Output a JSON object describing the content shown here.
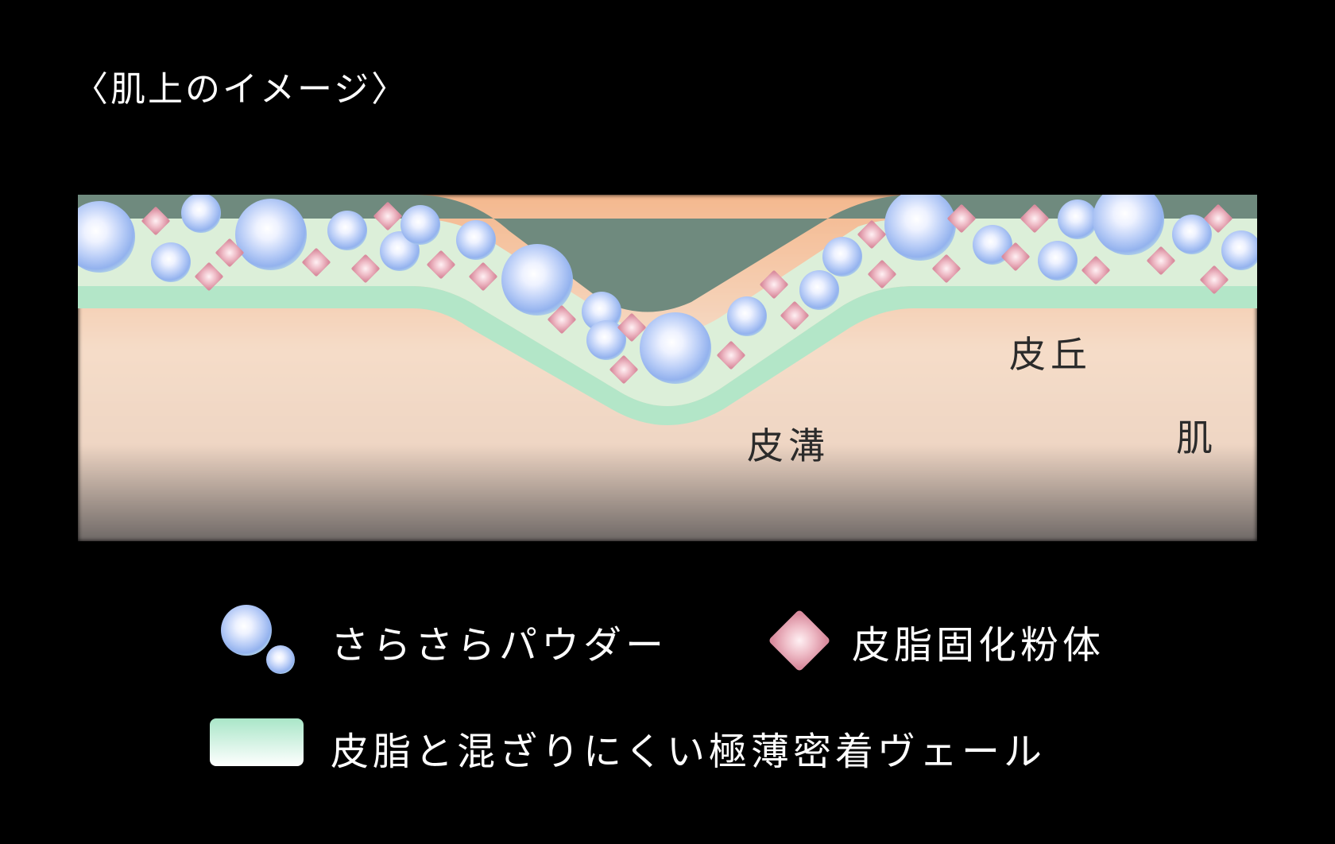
{
  "title": "〈肌上のイメージ〉",
  "labels": {
    "hill": "皮丘",
    "groove": "皮溝",
    "skin": "肌"
  },
  "legend": {
    "powder": "さらさらパウダー",
    "sebum_powder": "皮脂固化粉体",
    "veil": "皮脂と混ざりにくい極薄密着ヴェール"
  },
  "colors": {
    "background": "#000000",
    "skin_top": "#f4b88e",
    "skin_mid": "#f5dcc8",
    "skin_bottom": "#7a7270",
    "veil_light": "#d9efd8",
    "veil_band": "#b3e6c8",
    "veil_outer": "#6f8a7e",
    "powder": "#a9c2f5",
    "diamond": "#e8a6b4"
  },
  "icons": {
    "powder": "sphere-icon",
    "sebum_powder": "diamond-icon",
    "veil": "rounded-rect-swatch"
  }
}
